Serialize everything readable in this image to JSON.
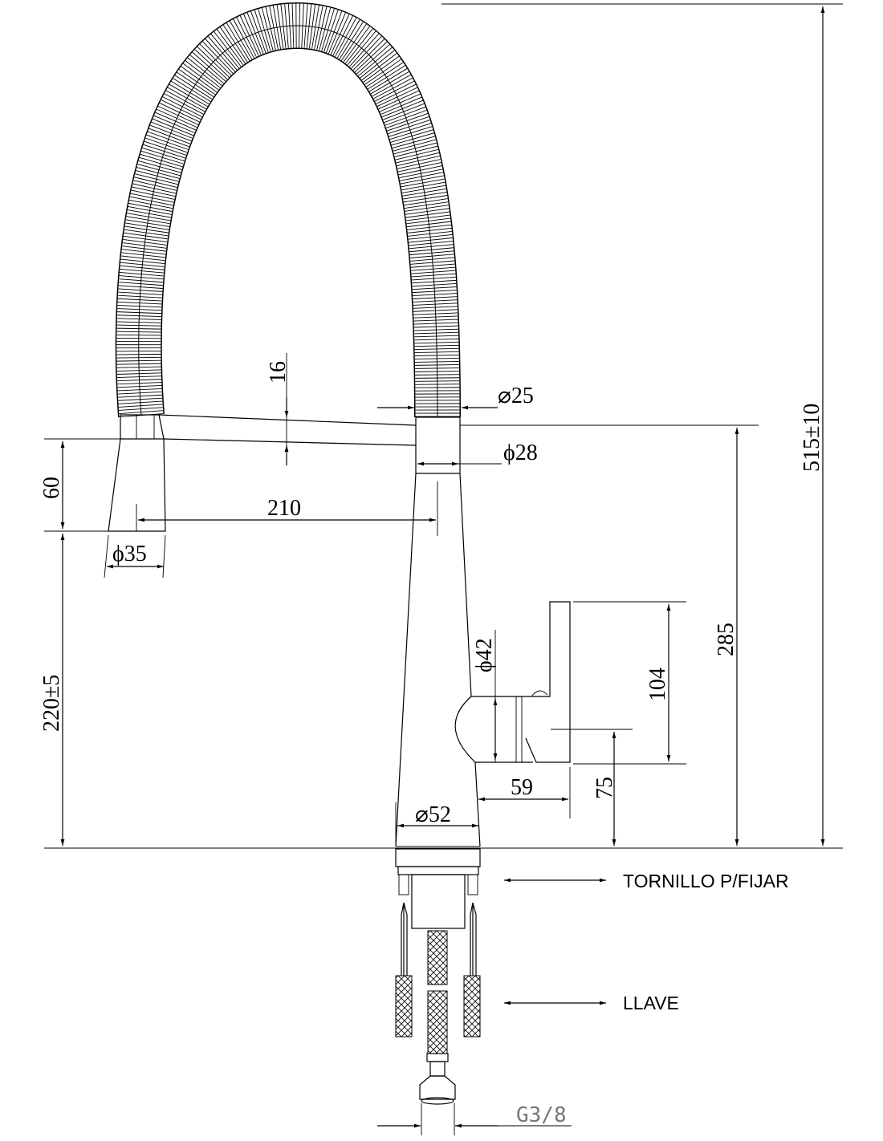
{
  "drawing": {
    "dimensions": {
      "d16": "16",
      "d25": "⌀25",
      "d28": "ϕ28",
      "d60": "60",
      "d210": "210",
      "d35": "ϕ35",
      "d220": "220±5",
      "d42": "ϕ42",
      "d104": "104",
      "d285": "285",
      "d515": "515±10",
      "d59": "59",
      "d75": "75",
      "d52": "⌀52",
      "g38": "G3/8"
    },
    "callouts": {
      "screw": "TORNILLO P/FIJAR",
      "key": "LLAVE"
    }
  }
}
